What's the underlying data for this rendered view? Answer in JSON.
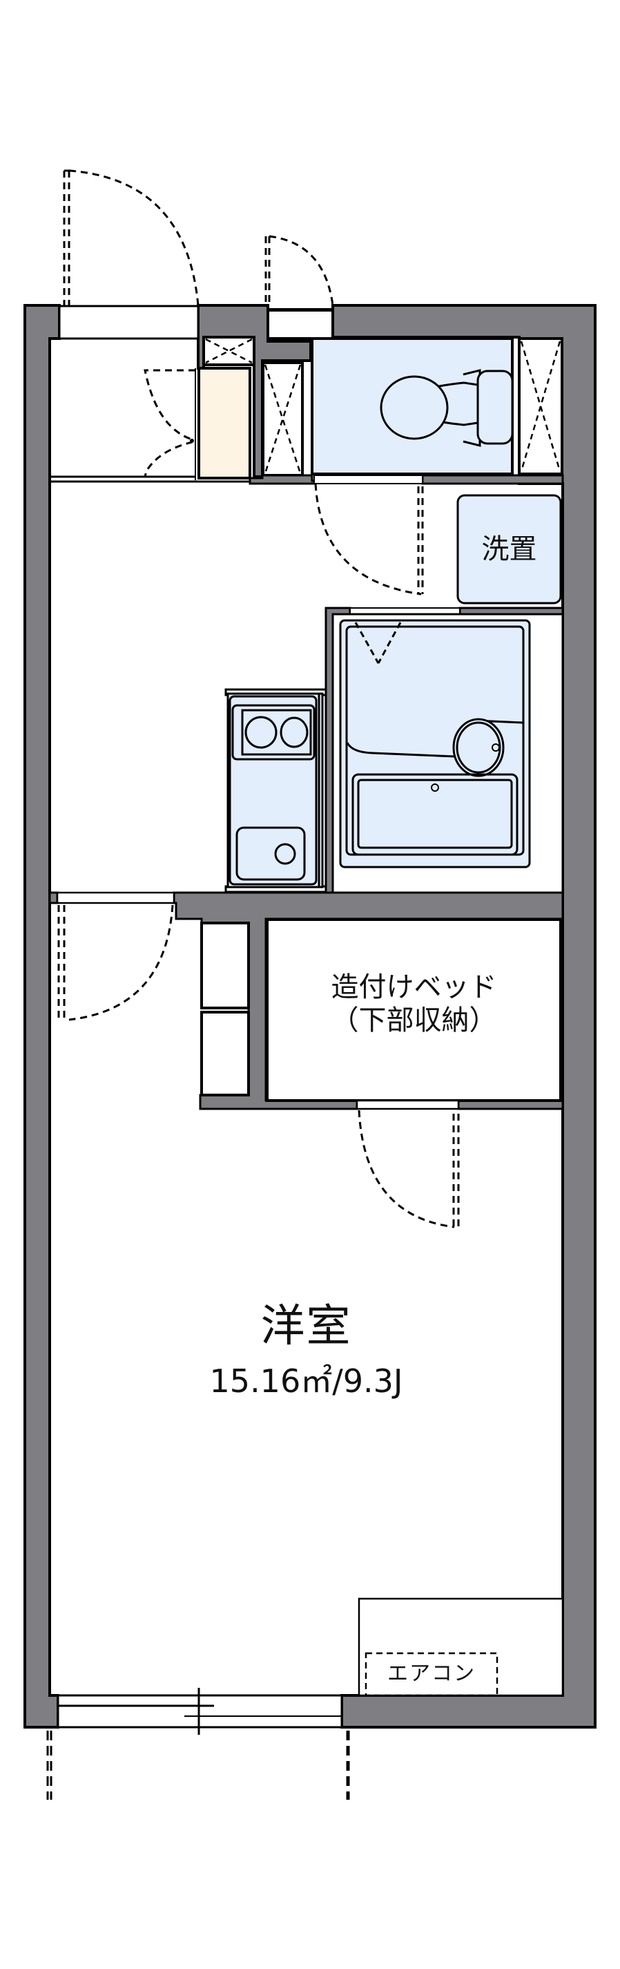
{
  "floorplan": {
    "colors": {
      "wall": "#7f7e82",
      "line": "#000000",
      "wet_area": "#e3eefc",
      "shoe_cabinet": "#fdf4e3",
      "floor": "#ffffff"
    },
    "rooms": {
      "main_room": {
        "name": "洋室",
        "area": "15.16㎡/9.3J"
      },
      "built_in_bed": {
        "line1": "造付けベッド",
        "line2": "（下部収納）"
      },
      "washer_space": {
        "label": "洗置"
      },
      "air_conditioner": {
        "label": "エアコン"
      }
    }
  }
}
